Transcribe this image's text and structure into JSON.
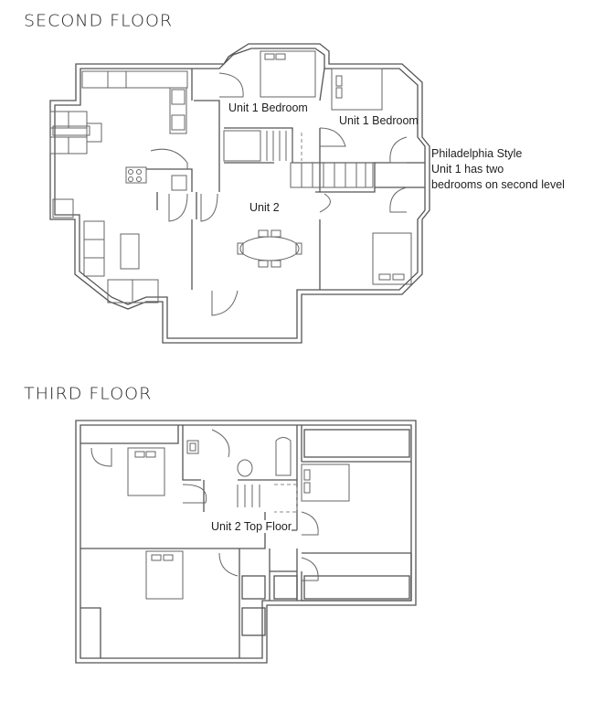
{
  "floors": [
    {
      "title": "SECOND FLOOR",
      "rooms": [
        {
          "label": "Unit 1 Bedroom"
        },
        {
          "label": "Unit 1 Bedroom"
        },
        {
          "label": "Unit 2"
        }
      ],
      "note": {
        "lines": [
          "Philadelphia Style",
          "Unit 1 has two",
          "bedrooms on second level"
        ]
      }
    },
    {
      "title": "THIRD FLOOR",
      "rooms": [
        {
          "label": "Unit 2 Top Floor"
        }
      ]
    }
  ],
  "colors": {
    "background": "#ffffff",
    "lines": "#555555",
    "text": "#222222"
  }
}
